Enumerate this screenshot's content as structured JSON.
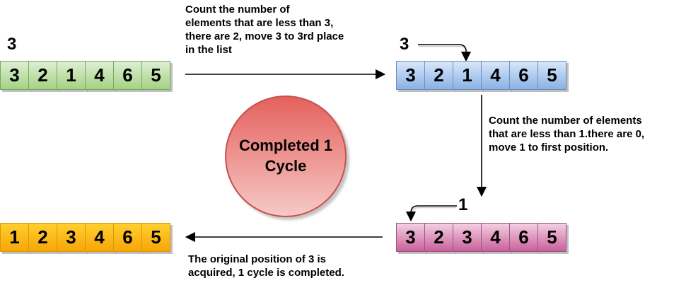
{
  "colors": {
    "green_array": {
      "top": "#ddefd4",
      "bottom": "#a5d283",
      "border": "#7aa75f"
    },
    "blue_array": {
      "top": "#d8e7fb",
      "bottom": "#8ab2e4",
      "border": "#6c8ebf"
    },
    "pink_array": {
      "top": "#f4cfe2",
      "bottom": "#c9609b",
      "border": "#9c5483"
    },
    "orange_array": {
      "top": "#ffd02e",
      "bottom": "#f7a509",
      "border": "#d79b00"
    },
    "cycle_circle": {
      "top": "#e4615d",
      "bottom": "#f6c9c7",
      "border": "#c94f4c"
    },
    "arrow": "#000000",
    "text": "#000000"
  },
  "arrays": {
    "initial": {
      "label": "3",
      "values": [
        "3",
        "2",
        "1",
        "4",
        "6",
        "5"
      ]
    },
    "step2": {
      "label": "3",
      "values": [
        "3",
        "2",
        "1",
        "4",
        "6",
        "5"
      ]
    },
    "step3": {
      "label": "1",
      "values": [
        "3",
        "2",
        "3",
        "4",
        "6",
        "5"
      ]
    },
    "final": {
      "values": [
        "1",
        "2",
        "3",
        "4",
        "6",
        "5"
      ]
    }
  },
  "annotations": {
    "step1": "Count the number of\nelements that are less than 3,\nthere are 2, move 3 to 3rd place\nin the list",
    "step2": "Count the number of elements\nthat are less than 1.there are 0,\nmove 1 to first position.",
    "step3": "The original position of 3 is\nacquired, 1 cycle is completed.",
    "cycle_badge": "Completed 1\nCycle"
  }
}
